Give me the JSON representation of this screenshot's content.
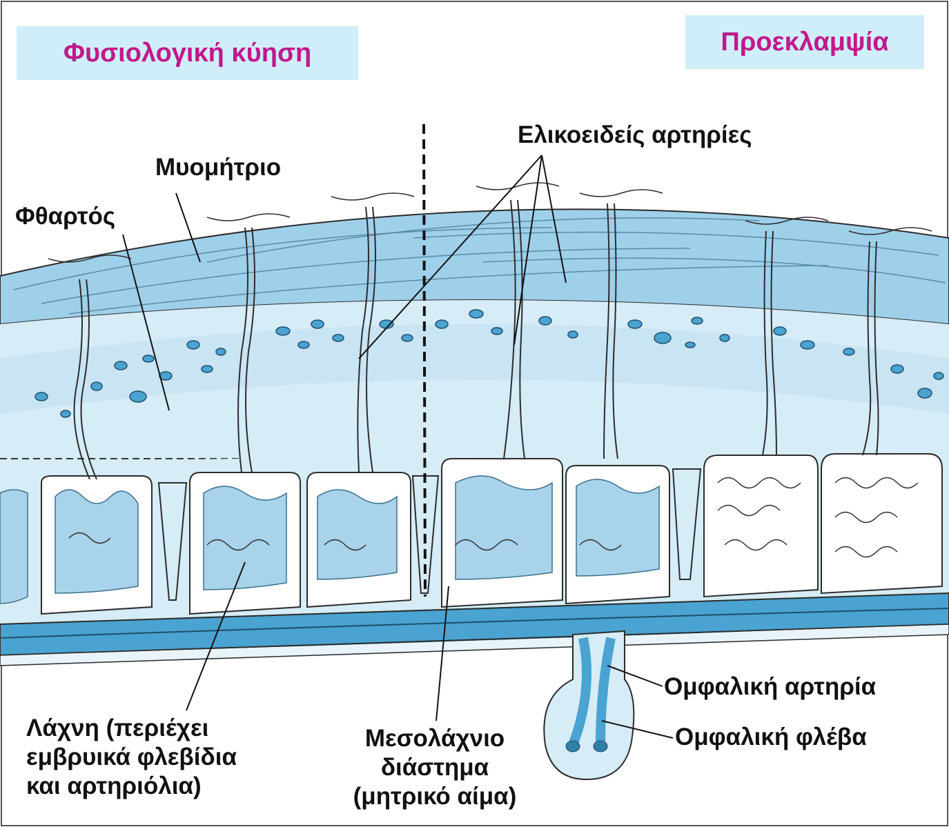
{
  "header": {
    "left_tag": "Φυσιολογική κύηση",
    "right_tag": "Προεκλαμψία"
  },
  "labels": {
    "spiral_arteries": "Ελικοειδείς αρτηρίες",
    "myometrium": "Μυομήτριο",
    "decidua": "Φθαρτός",
    "villus_line1": "Λάχνη (περιέχει",
    "villus_line2": "εμβρυικά φλεβίδια",
    "villus_line3": "και αρτηριόλια)",
    "intervillous_line1": "Μεσολάχνιο",
    "intervillous_line2": "διάστημα",
    "intervillous_line3": "(μητρικό αίμα)",
    "umbilical_artery": "Ομφαλική αρτηρία",
    "umbilical_vein": "Ομφαλική φλέβα"
  },
  "colors": {
    "tag_bg": "#cfeefa",
    "tag_text": "#c2188b",
    "tissue_light": "#d6ecf6",
    "tissue_mid": "#a9d3ea",
    "vessel_blue": "#4aa3d0",
    "outline": "#2b2b2b"
  }
}
